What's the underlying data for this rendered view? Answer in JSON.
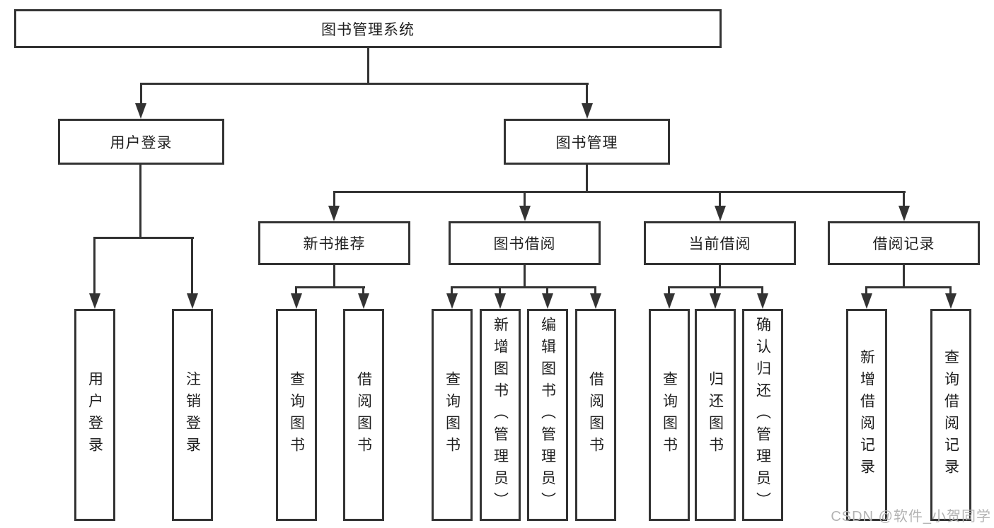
{
  "tree": {
    "root": "图书管理系统",
    "branches": [
      {
        "label": "用户登录",
        "children": [
          "用户登录",
          "注销登录"
        ]
      },
      {
        "label": "图书管理",
        "children": [
          {
            "label": "新书推荐",
            "children": [
              "查询图书",
              "借阅图书"
            ]
          },
          {
            "label": "图书借阅",
            "children": [
              "查询图书",
              "新增图书（管理员）",
              "编辑图书（管理员）",
              "借阅图书"
            ]
          },
          {
            "label": "当前借阅",
            "children": [
              "查询图书",
              "归还图书",
              "确认归还（管理员）"
            ]
          },
          {
            "label": "借阅记录",
            "children": [
              "新增借阅记录",
              "查询借阅记录"
            ]
          }
        ]
      }
    ]
  },
  "watermark": "CSDN @软件_小贺同学",
  "colors": {
    "line": "#333333",
    "text": "#1f1f1f",
    "watermark": "#b3b3b3",
    "background": "#ffffff"
  }
}
